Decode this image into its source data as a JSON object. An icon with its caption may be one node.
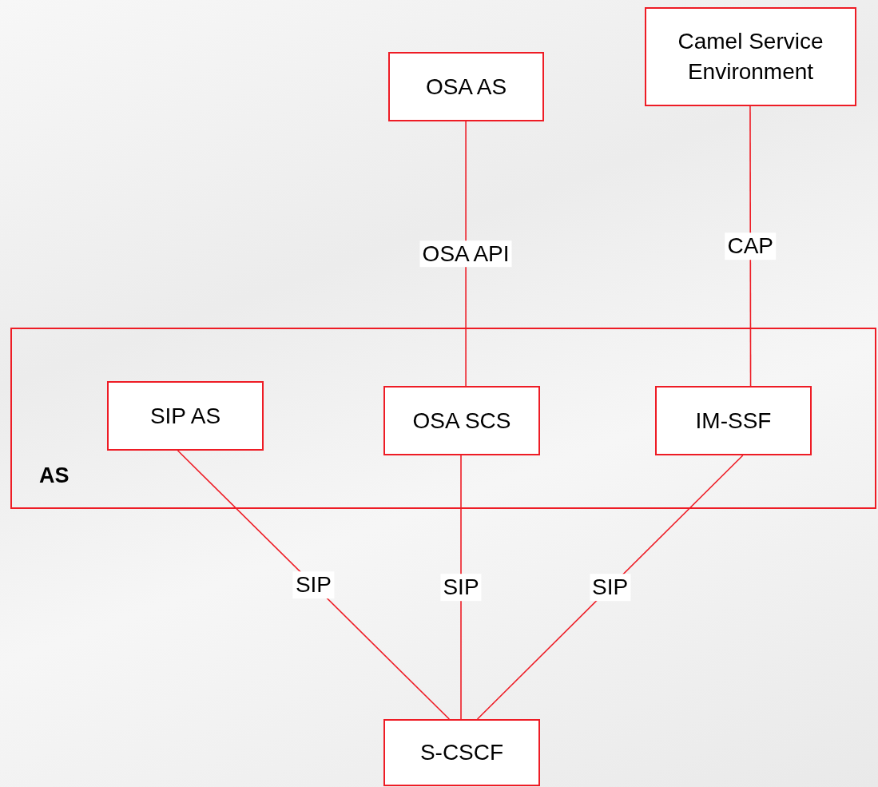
{
  "diagram": {
    "nodes": [
      {
        "text": [
          "OSA AS"
        ]
      },
      {
        "text": [
          "Camel Service Environment"
        ]
      },
      {
        "text": [
          "AS"
        ]
      },
      {
        "text": [
          "SIP AS"
        ],
        "in": 2
      },
      {
        "text": [
          "OSA SCS"
        ],
        "in": 2
      },
      {
        "text": [
          "IM-SSF"
        ],
        "in": 2
      },
      {
        "text": [
          "S-CSCF"
        ]
      }
    ],
    "edges": [
      {
        "from": 0,
        "to": 4,
        "arrow": "none",
        "label": "OSA API"
      },
      {
        "from": 1,
        "to": 5,
        "arrow": "none",
        "label": "CAP"
      },
      {
        "from": 3,
        "to": 6,
        "arrow": "none",
        "label": "SIP"
      },
      {
        "from": 4,
        "to": 6,
        "arrow": "none",
        "label": "SIP"
      },
      {
        "from": 5,
        "to": 6,
        "arrow": "none",
        "label": "SIP"
      }
    ]
  }
}
